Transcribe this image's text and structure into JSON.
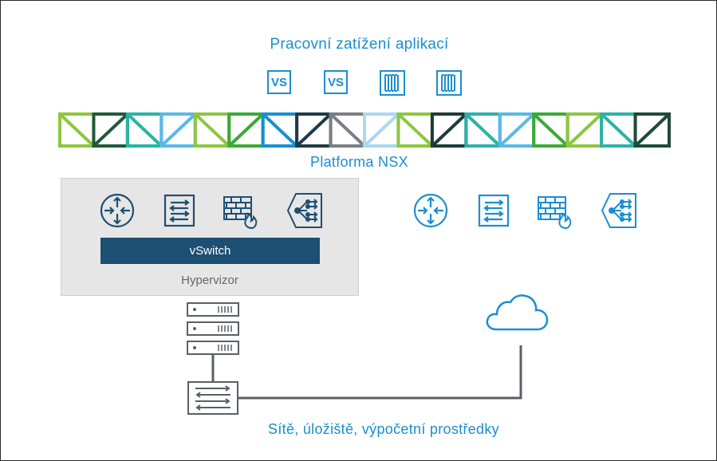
{
  "title": "Pracovní zatížení aplikací",
  "workloads": [
    {
      "kind": "vm",
      "label": "VS"
    },
    {
      "kind": "vm",
      "label": "VS"
    },
    {
      "kind": "container",
      "label": ""
    },
    {
      "kind": "container",
      "label": ""
    }
  ],
  "platform_label": "Platforma NSX",
  "hypervisor": {
    "vswitch_label": "vSwitch",
    "label": "Hypervizor",
    "services": [
      "router-icon",
      "switch-icon",
      "firewall-icon",
      "load-balancer-icon"
    ]
  },
  "cloud_services": [
    "router-icon",
    "switch-icon",
    "firewall-icon",
    "load-balancer-icon"
  ],
  "bottom_label": "Sítě, úložiště, výpočetní prostředky",
  "colors": {
    "blue": "#1a8ed1",
    "navy": "#1d4f72",
    "panel_gray": "#e6e6e6",
    "lime": "#8dc63f",
    "green": "#3aaa35",
    "dark_green": "#1f5a3a",
    "teal": "#2ab3a6",
    "light_blue": "#5bb8e6",
    "gray": "#7a7f85"
  },
  "truss_colors": [
    "#8dc63f",
    "#1f5a3a",
    "#2ab3a6",
    "#5bb8e6",
    "#8dc63f",
    "#3aaa35",
    "#1a8ed1",
    "#1f3a4a",
    "#7a7f85",
    "#a9d8ef",
    "#8dc63f",
    "#1f3a3a",
    "#2ab3a6",
    "#5bb8e6",
    "#3aaa35",
    "#8dc63f",
    "#2ab3a6",
    "#1f4a3a"
  ]
}
